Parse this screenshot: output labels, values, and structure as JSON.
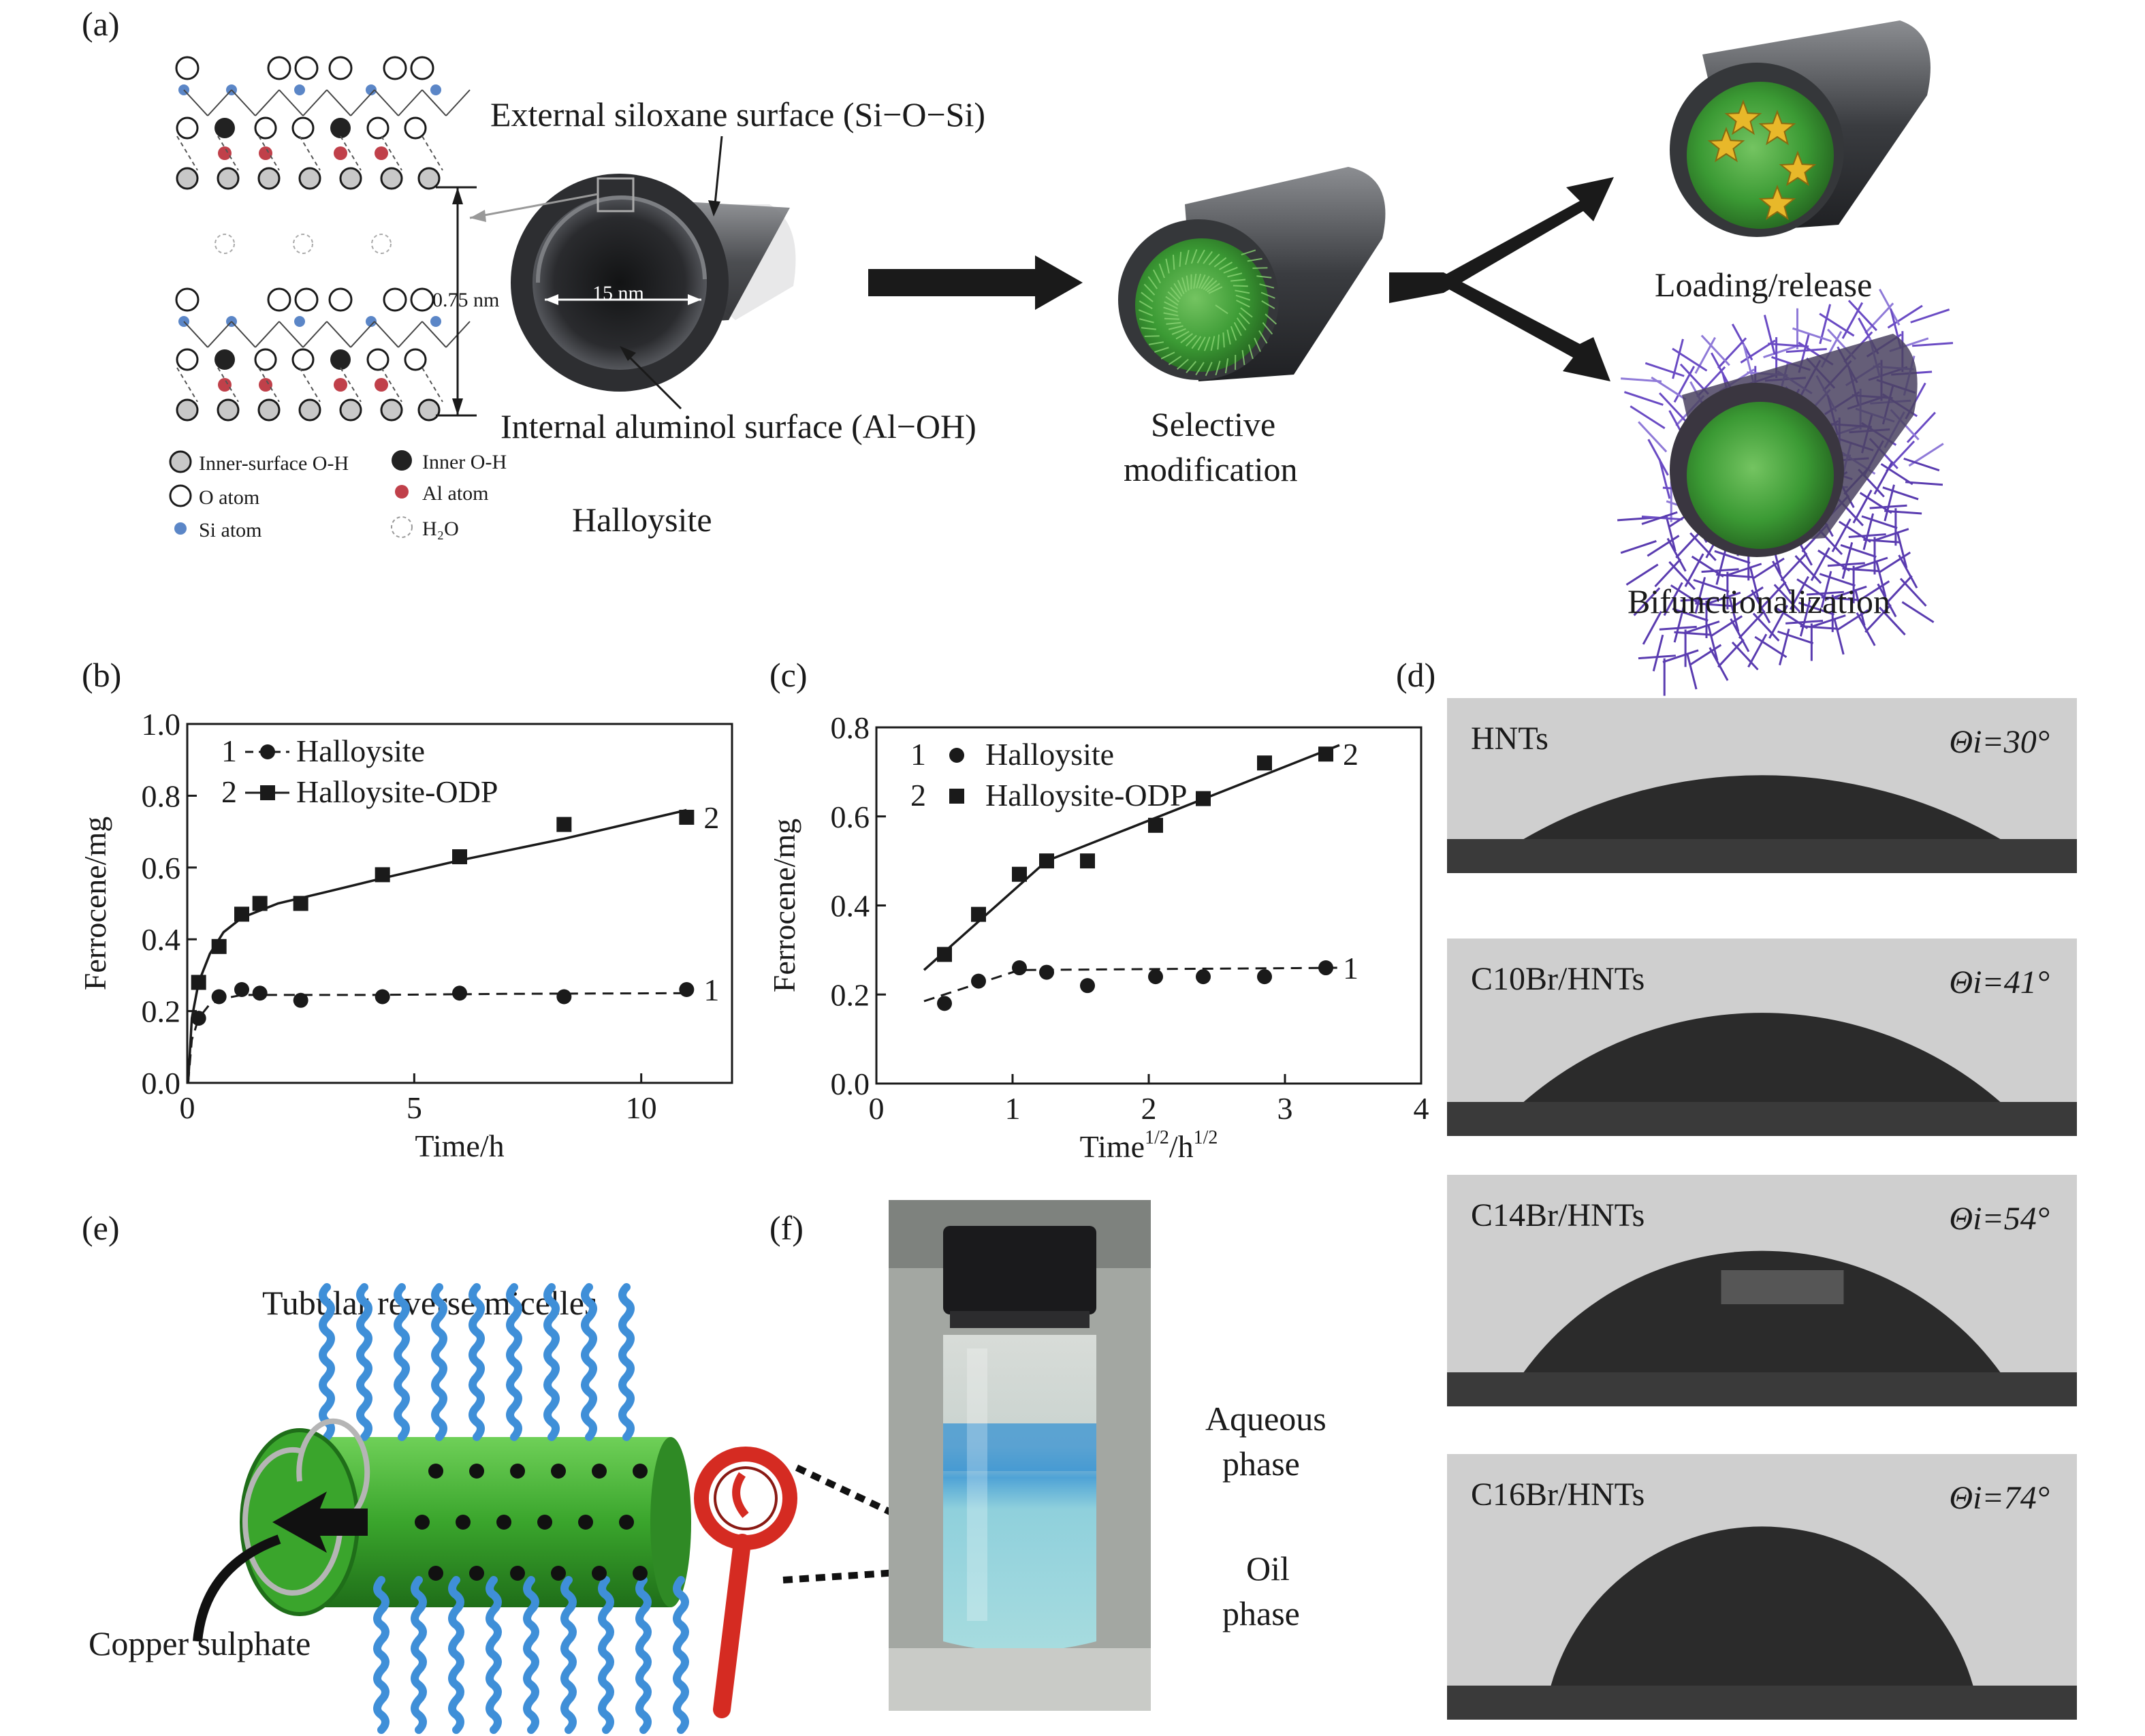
{
  "panels": {
    "a": {
      "label": "(a)",
      "external_surface": "External siloxane surface (Si−O−Si)",
      "internal_surface": "Internal aluminol surface (Al−OH)",
      "spacing": "0.75 nm",
      "diameter": "15 nm",
      "halloysite": "Halloysite",
      "selective_1": "Selective",
      "selective_2": "modification",
      "loading": "Loading/release",
      "bifunc": "Bifunctionalization",
      "legend": {
        "inner_surface_oh": "Inner-surface O-H",
        "inner_oh": "Inner O-H",
        "o_atom": "O atom",
        "al_atom": "Al atom",
        "si_atom": "Si atom",
        "h2o": "H₂O"
      },
      "colors": {
        "al": "#c0404a",
        "si": "#5b86c7",
        "tube": "#3a3c40",
        "green": "#3fa338"
      }
    },
    "b": {
      "label": "(b)",
      "ylabel": "Ferrocene/mg",
      "xlabel": "Time/h",
      "legend": [
        {
          "num": "1",
          "name": "Halloysite"
        },
        {
          "num": "2",
          "name": "Halloysite-ODP"
        }
      ],
      "end_labels": [
        "1",
        "2"
      ]
    },
    "c": {
      "label": "(c)",
      "ylabel": "Ferrocene/mg",
      "xlabel": "Time",
      "xlabel_sup1": "1/2",
      "xlabel_mid": "/h",
      "xlabel_sup2": "1/2",
      "legend": [
        {
          "num": "1",
          "name": "Halloysite"
        },
        {
          "num": "2",
          "name": "Halloysite-ODP"
        }
      ],
      "end_labels": [
        "1",
        "2"
      ]
    },
    "d": {
      "label": "(d)",
      "images": [
        {
          "name": "HNTs",
          "angle": "Θi=30°",
          "deg": 30
        },
        {
          "name": "C10Br/HNTs",
          "angle": "Θi=41°",
          "deg": 41
        },
        {
          "name": "C14Br/HNTs",
          "angle": "Θi=54°",
          "deg": 54
        },
        {
          "name": "C16Br/HNTs",
          "angle": "Θi=74°",
          "deg": 74
        }
      ]
    },
    "e": {
      "label": "(e)",
      "title": "Tubular reverse micelles",
      "copper": "Copper sulphate"
    },
    "f": {
      "label": "(f)",
      "aqueous_1": "Aqueous",
      "aqueous_2": "phase",
      "oil_1": "Oil",
      "oil_2": "phase"
    }
  },
  "chart_data": [
    {
      "type": "line",
      "title": "",
      "xlabel": "Time/h",
      "ylabel": "Ferrocene/mg",
      "xlim": [
        0,
        12
      ],
      "ylim": [
        0,
        1.0
      ],
      "xticks": [
        0,
        5,
        10
      ],
      "yticks": [
        0,
        0.2,
        0.4,
        0.6,
        0.8,
        1.0
      ],
      "series": [
        {
          "name": "Halloysite",
          "x": [
            0.25,
            0.7,
            1.2,
            1.6,
            2.5,
            4.3,
            6.0,
            8.3,
            11.0
          ],
          "y": [
            0.18,
            0.24,
            0.26,
            0.25,
            0.23,
            0.24,
            0.25,
            0.24,
            0.26
          ]
        },
        {
          "name": "Halloysite-ODP",
          "x": [
            0.25,
            0.7,
            1.2,
            1.6,
            2.5,
            4.3,
            6.0,
            8.3,
            11.0
          ],
          "y": [
            0.28,
            0.38,
            0.47,
            0.5,
            0.5,
            0.58,
            0.63,
            0.72,
            0.74
          ]
        }
      ]
    },
    {
      "type": "line",
      "title": "",
      "xlabel": "Time1/2/h1/2",
      "ylabel": "Ferrocene/mg",
      "xlim": [
        0,
        4
      ],
      "ylim": [
        0,
        0.8
      ],
      "xticks": [
        0,
        1,
        2,
        3,
        4
      ],
      "yticks": [
        0,
        0.2,
        0.4,
        0.6,
        0.8
      ],
      "series": [
        {
          "name": "Halloysite",
          "x": [
            0.5,
            0.75,
            1.05,
            1.25,
            1.55,
            2.05,
            2.4,
            2.85,
            3.3
          ],
          "y": [
            0.18,
            0.23,
            0.26,
            0.25,
            0.22,
            0.24,
            0.24,
            0.24,
            0.26
          ]
        },
        {
          "name": "Halloysite-ODP",
          "x": [
            0.5,
            0.75,
            1.05,
            1.25,
            1.55,
            2.05,
            2.4,
            2.85,
            3.3
          ],
          "y": [
            0.29,
            0.38,
            0.47,
            0.5,
            0.5,
            0.58,
            0.64,
            0.72,
            0.74
          ]
        }
      ]
    }
  ]
}
